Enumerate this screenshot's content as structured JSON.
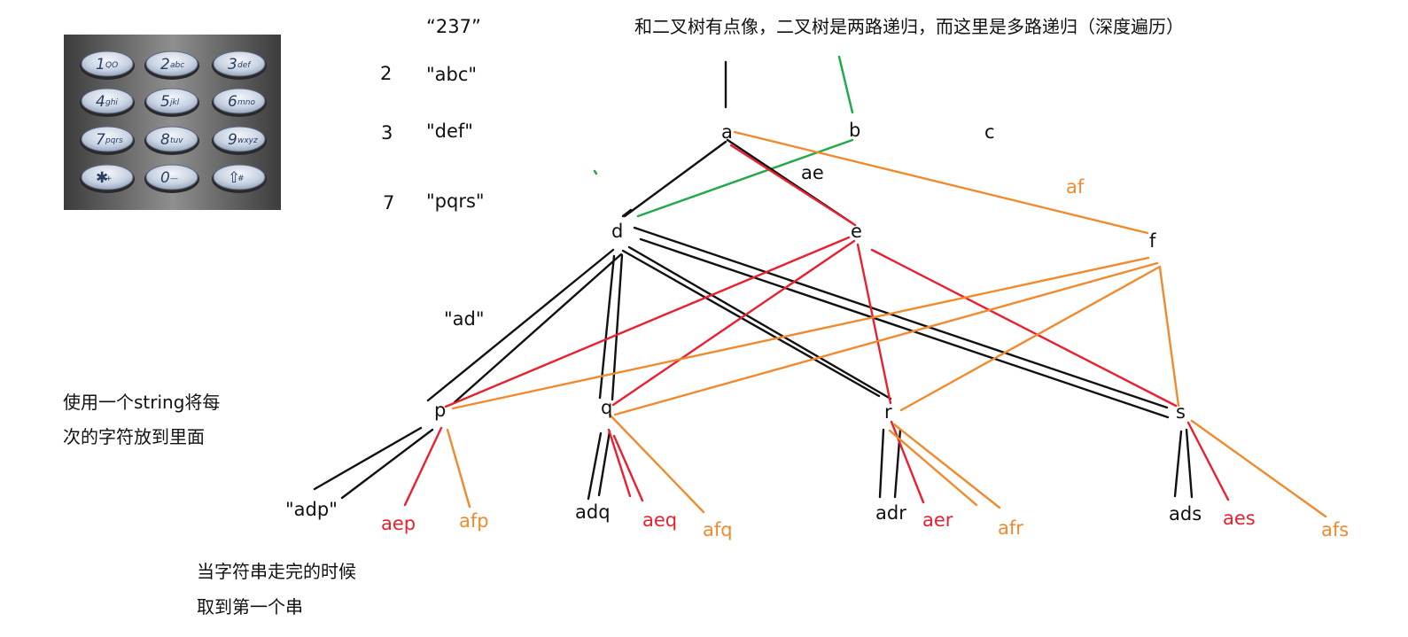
{
  "colors": {
    "black": "#111111",
    "red": "#e8202f",
    "orange": "#f08a2c",
    "green": "#22a94b"
  },
  "keypad": {
    "keys": [
      {
        "main": "1",
        "sub": "QO"
      },
      {
        "main": "2",
        "sub": "abc"
      },
      {
        "main": "3",
        "sub": "def"
      },
      {
        "main": "4",
        "sub": "ghi"
      },
      {
        "main": "5",
        "sub": "jkl"
      },
      {
        "main": "6",
        "sub": "mno"
      },
      {
        "main": "7",
        "sub": "pqrs"
      },
      {
        "main": "8",
        "sub": "tuv"
      },
      {
        "main": "9",
        "sub": "wxyz"
      },
      {
        "main": "✱",
        "sub": "+"
      },
      {
        "main": "0",
        "sub": "—"
      },
      {
        "main": "⇧",
        "sub": "#"
      }
    ]
  },
  "mapping": {
    "input": "“237”",
    "rows": [
      {
        "digit": "2",
        "letters": "\"abc\""
      },
      {
        "digit": "3",
        "letters": "\"def\""
      },
      {
        "digit": "7",
        "letters": "\"pqrs\""
      }
    ]
  },
  "note_top": "和二叉树有点像，二叉树是两路递归，而这里是多路递归（深度遍历）",
  "note_left": [
    "使用一个string将每",
    "次的字符放到里面"
  ],
  "note_bottom": [
    "当字符串走完的时候",
    "取到第一个串"
  ],
  "tree": {
    "level1": [
      "a",
      "b",
      "c"
    ],
    "level2": [
      "d",
      "e",
      "f"
    ],
    "level3": [
      "p",
      "q",
      "r",
      "s"
    ],
    "edge_labels": {
      "ae": "ae",
      "af": "af",
      "ad": "\"ad\""
    },
    "leaves": [
      {
        "text": "\"adp\"",
        "color": "black"
      },
      {
        "text": "aep",
        "color": "red"
      },
      {
        "text": "afp",
        "color": "orange"
      },
      {
        "text": "adq",
        "color": "black"
      },
      {
        "text": "aeq",
        "color": "red"
      },
      {
        "text": "afq",
        "color": "orange"
      },
      {
        "text": "adr",
        "color": "black"
      },
      {
        "text": "aer",
        "color": "red"
      },
      {
        "text": "afr",
        "color": "orange"
      },
      {
        "text": "ads",
        "color": "black"
      },
      {
        "text": "aes",
        "color": "red"
      },
      {
        "text": "afs",
        "color": "orange"
      }
    ]
  }
}
